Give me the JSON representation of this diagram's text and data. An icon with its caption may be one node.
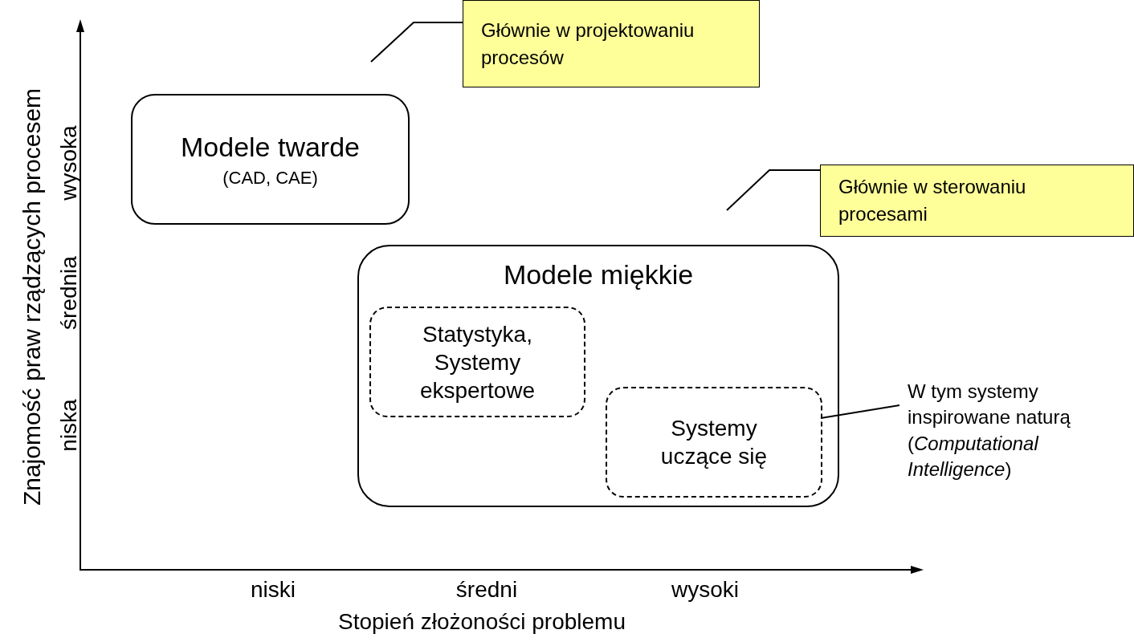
{
  "diagram": {
    "nodes": [
      {
        "text": [
          "Głównie w projektowaniu procesów"
        ]
      },
      {
        "text": [
          "Głównie w sterowaniu procesami"
        ]
      },
      {
        "text": [
          "Modele twarde",
          "(CAD, CAE)"
        ]
      },
      {
        "text": [
          "Modele miękkie"
        ]
      },
      {
        "text": [
          "Statystyka, Systemy ekspertowe"
        ],
        "in": 3
      },
      {
        "text": [
          "Systemy uczące się"
        ],
        "in": 3
      },
      {
        "text": [
          "W tym systemy inspirowane naturą (*Computational Intelligence*)"
        ]
      }
    ],
    "edges": [
      {
        "from": 0,
        "to": null,
        "arrow": "none"
      },
      {
        "from": 1,
        "to": null,
        "arrow": "none"
      },
      {
        "from": 6,
        "to": 5,
        "arrow": "none"
      }
    ],
    "labels": [
      "Znajomość praw rządzących procesem",
      "wysoka",
      "średnia",
      "niska",
      "niski",
      "średni",
      "wysoki",
      "Stopień złożoności problemu"
    ]
  }
}
